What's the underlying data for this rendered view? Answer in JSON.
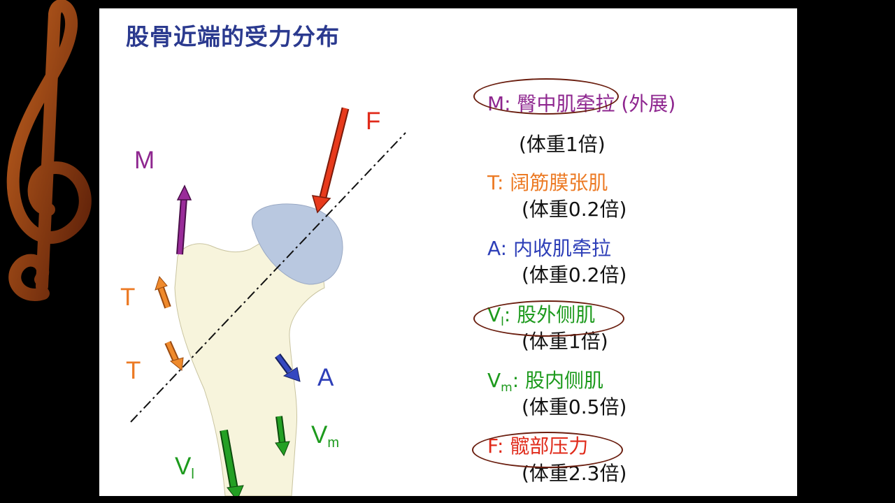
{
  "slide": {
    "title": "股骨近端的受力分布"
  },
  "diagram_labels": {
    "F": "F",
    "M": "M",
    "T_upper": "T",
    "T_lower": "T",
    "A": "A",
    "Vm_base": "V",
    "Vm_sub": "m",
    "Vl_base": "V",
    "Vl_sub": "l"
  },
  "legend": [
    {
      "symbol": "M",
      "sub": "",
      "desc": ": 臀中肌牵拉 (外展)",
      "weight": "(体重1倍)",
      "color": "#8e268f",
      "circled": true
    },
    {
      "symbol": "T",
      "sub": "",
      "desc": ": 阔筋膜张肌",
      "weight": "(体重0.2倍)",
      "color": "#ec7a24",
      "circled": false
    },
    {
      "symbol": "A",
      "sub": "",
      "desc": ": 内收肌牵拉",
      "weight": "(体重0.2倍)",
      "color": "#2e3fb8",
      "circled": false
    },
    {
      "symbol": "V",
      "sub": "l",
      "desc": ": 股外侧肌",
      "weight": "(体重1倍)",
      "color": "#1d9a1d",
      "circled": true
    },
    {
      "symbol": "V",
      "sub": "m",
      "desc": ": 股内侧肌",
      "weight": "(体重0.5倍)",
      "color": "#1d9a1d",
      "circled": false
    },
    {
      "symbol": "F",
      "sub": "",
      "desc": ": 髋部压力",
      "weight": "(体重2.3倍)",
      "color": "#e02a1a",
      "circled": true
    }
  ],
  "colors": {
    "background": "#000000",
    "slide_bg": "#ffffff",
    "title": "#2b3a8f",
    "bone": "#f7f4dc",
    "femoral_head": "#b9c8e0",
    "oval_outline": "#6b1f10",
    "clef": "#8a3a12"
  },
  "icons": {
    "decoration": "treble-clef-icon"
  }
}
